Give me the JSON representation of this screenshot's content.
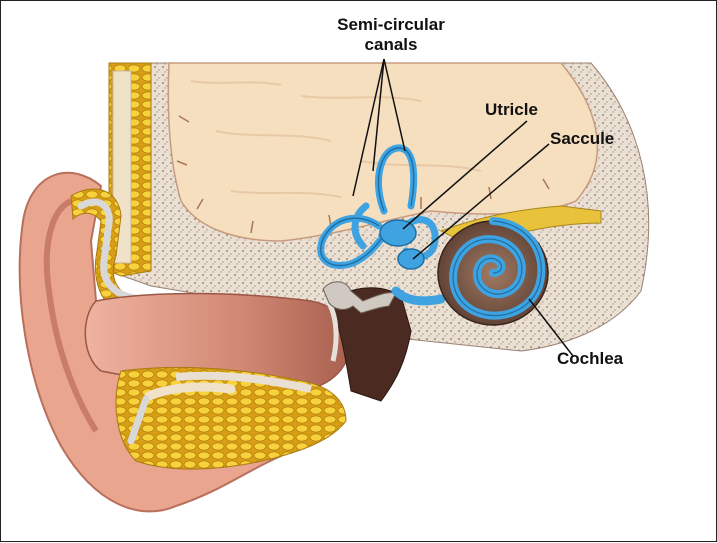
{
  "labels": {
    "semi_circular": "Semi-circular\ncanals",
    "utricle": "Utricle",
    "saccule": "Saccule",
    "cochlea": "Cochlea"
  },
  "colors": {
    "skin": "#e9a58d",
    "canal_inner": "#c77b66",
    "bone_speckle": "#e8ded0",
    "brain": "#f6dfbf",
    "fat": "#f2c62a",
    "labyrinth": "#3ea3e0",
    "cochlea_body": "#7a5848",
    "label_text": "#111111"
  }
}
